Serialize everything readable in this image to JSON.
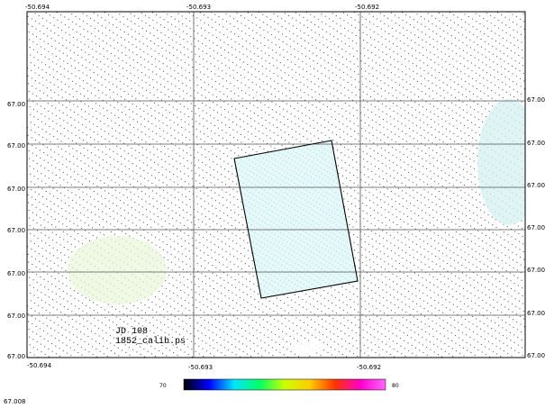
{
  "map": {
    "x_ticks_top": [
      "-50.694",
      "-50.693",
      "-50.692"
    ],
    "x_ticks_bottom": [
      "-50.694",
      "-50.693",
      "-50.692"
    ],
    "y_ticks_left": [
      "67.00",
      "67.00",
      "67.00",
      "67.00",
      "67.00",
      "67.00",
      "67.00"
    ],
    "y_ticks_right": [
      "67.00",
      "67.00",
      "67.00",
      "67.00",
      "67.00",
      "67.00",
      "67.00"
    ],
    "annotation_lines": [
      "JD 108",
      "1852_calib.ps"
    ],
    "bottom_left_label": "67.008",
    "colorbar": {
      "min_label": "70",
      "max_label": "80",
      "stops": [
        "#000000",
        "#0000ff",
        "#00e5ff",
        "#00ff66",
        "#ccff00",
        "#ffcc00",
        "#ff3300",
        "#ff00cc",
        "#ff66ff"
      ]
    },
    "colors": {
      "frame": "#000000",
      "grid": "#555555",
      "dots": "#1a1a1a",
      "highlight": "#ccf2f2"
    }
  }
}
